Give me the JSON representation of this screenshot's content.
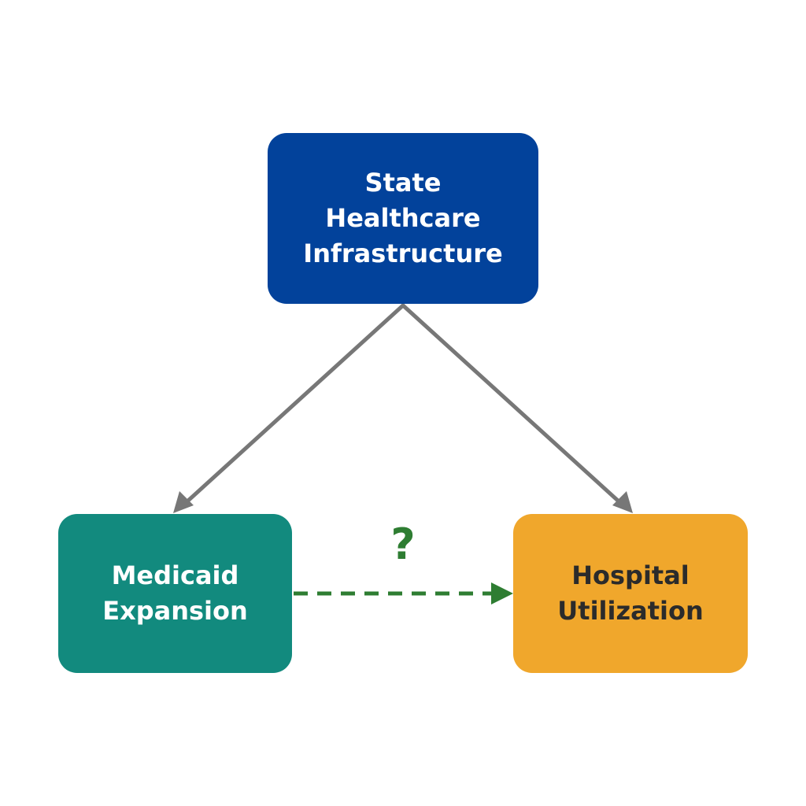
{
  "nodes": {
    "top": {
      "lines": [
        "State",
        "Healthcare",
        "Infrastructure"
      ],
      "fill": "#02429b",
      "text_color": "#ffffff"
    },
    "left": {
      "lines": [
        "Medicaid",
        "Expansion"
      ],
      "fill": "#128a7e",
      "text_color": "#ffffff"
    },
    "right": {
      "lines": [
        "Hospital",
        "Utilization"
      ],
      "fill": "#f0a72c",
      "text_color": "#2b2b2b"
    }
  },
  "edges": {
    "solid_color": "#777777",
    "dashed_color": "#2e7d32"
  },
  "question_mark": {
    "text": "?",
    "color": "#2e7d32"
  }
}
